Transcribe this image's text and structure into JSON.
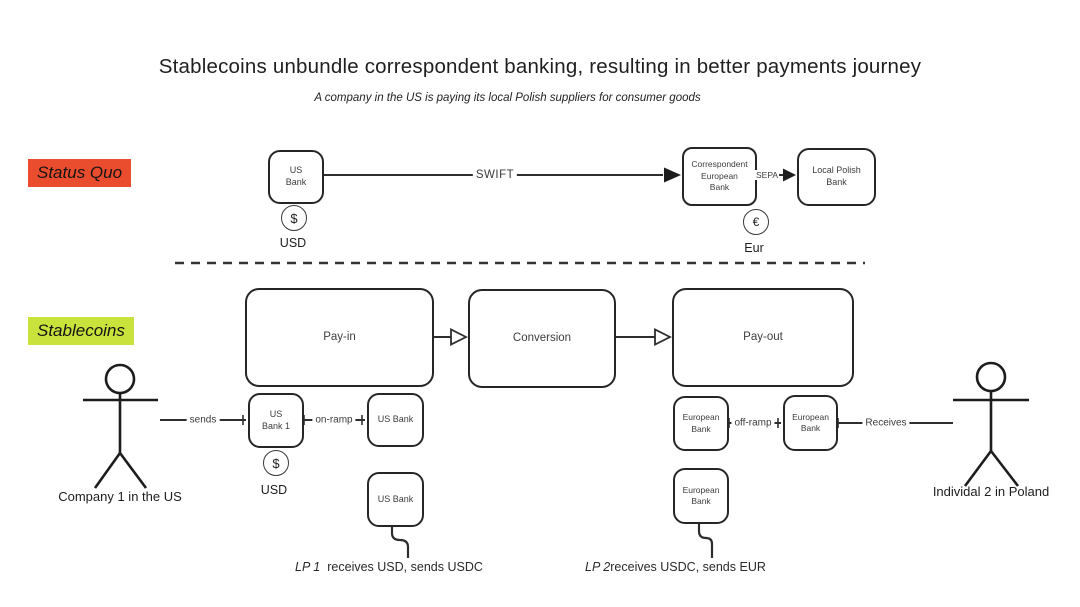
{
  "header": {
    "title": "Stablecoins unbundle correspondent banking, resulting in better payments journey",
    "subtitle": "A company in the US is paying its local Polish suppliers for consumer goods"
  },
  "status_quo": {
    "label": "Status Quo",
    "us_bank": "US\nBank",
    "swift": "SWIFT",
    "correspondent_bank": "Correspondent\nEuropean\nBank",
    "sepa": "SEPA",
    "polish_bank": "Local Polish\nBank",
    "usd_symbol": "$",
    "usd": "USD",
    "eur_symbol": "€",
    "eur": "Eur"
  },
  "stablecoins": {
    "label": "Stablecoins",
    "payin": "Pay-in",
    "conversion": "Conversion",
    "payout": "Pay-out",
    "company": "Company 1 in the US",
    "individual": "Individal 2 in Poland",
    "sends": "sends",
    "us_bank_1": "US\nBank 1",
    "usd_symbol": "$",
    "usd": "USD",
    "onramp": "on-ramp",
    "us_bank_2": "US Bank",
    "us_bank_3": "US Bank",
    "eur_bank_a": "European\nBank",
    "offramp": "off-ramp",
    "eur_bank_b": "European\nBank",
    "receives": "Receives",
    "eur_bank_c": "European\nBank",
    "lp1_name": "LP 1",
    "lp1_desc": "receives USD, sends USDC",
    "lp2_name": "LP 2",
    "lp2_desc": "receives USDC, sends EUR"
  },
  "colors": {
    "status_quo_highlight": "#EA4D2D",
    "stablecoins_highlight": "#CAE23C",
    "line": "#2e2e2e"
  }
}
